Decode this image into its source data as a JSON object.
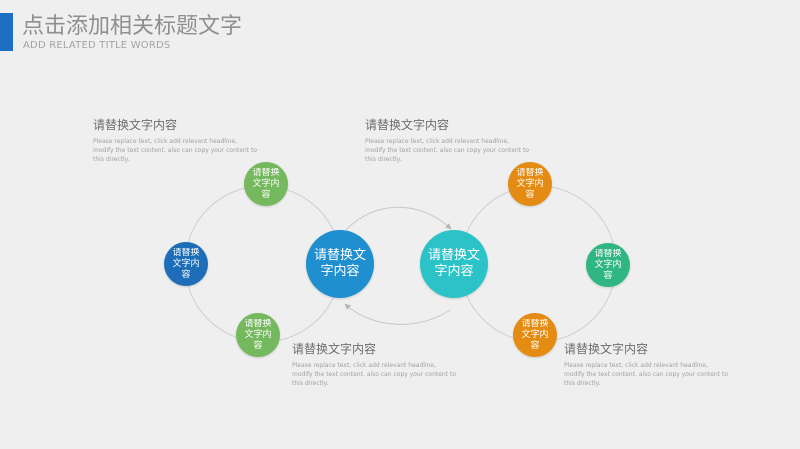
{
  "header": {
    "title": "点击添加相关标题文字",
    "subtitle": "ADD RELATED TITLE WORDS"
  },
  "colors": {
    "accent": "#1d6fc3",
    "green": "#74b95d",
    "dark_blue": "#1e6db8",
    "blue": "#1f8fd0",
    "teal": "#2bc2c8",
    "orange": "#e38b12",
    "emerald": "#2fb683",
    "connector": "#cfcfcf"
  },
  "nodes": {
    "left_top": "请替换文字内容",
    "left_middle": "请替换文字内容",
    "left_bottom": "请替换文字内容",
    "center_left": "请替换文字内容",
    "center_right": "请替换文字内容",
    "right_top": "请替换文字内容",
    "right_middle": "请替换文字内容",
    "right_bottom": "请替换文字内容"
  },
  "text_blocks": [
    {
      "title": "请替换文字内容",
      "body": "Please replace text, click add relevant headline, modify the text content, also can copy your content to this directly."
    },
    {
      "title": "请替换文字内容",
      "body": "Please replace text, click add relevant headline, modify the text content, also can copy your content to this directly."
    },
    {
      "title": "请替换文字内容",
      "body": "Please replace text, click add relevant headline, modify the text content, also can copy your content to this directly."
    },
    {
      "title": "请替换文字内容",
      "body": "Please replace text, click add relevant headline, modify the text content, also can copy your content to this directly."
    }
  ]
}
